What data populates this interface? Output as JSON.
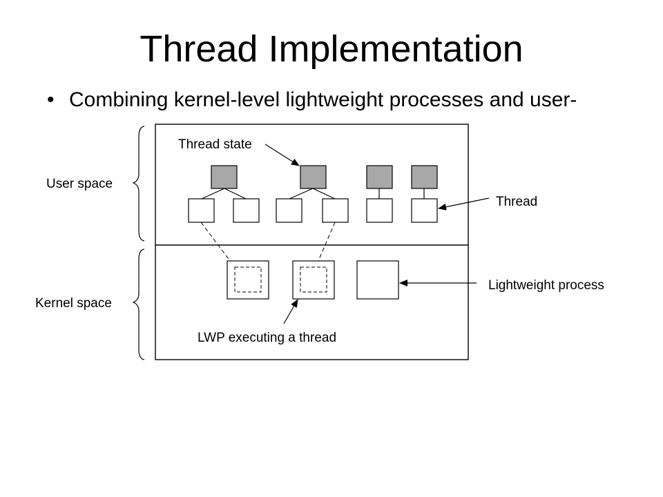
{
  "slide": {
    "title": "Thread Implementation",
    "bullet": "Combining kernel-level lightweight processes and user-"
  },
  "diagram": {
    "labels": {
      "user_space": "User space",
      "kernel_space": "Kernel space",
      "thread_state": "Thread state",
      "thread": "Thread",
      "lightweight_process": "Lightweight process",
      "lwp_executing": "LWP executing a thread"
    },
    "colors": {
      "thread_state_fill": "#a8a8a8",
      "line": "#000000",
      "background": "#ffffff"
    }
  }
}
